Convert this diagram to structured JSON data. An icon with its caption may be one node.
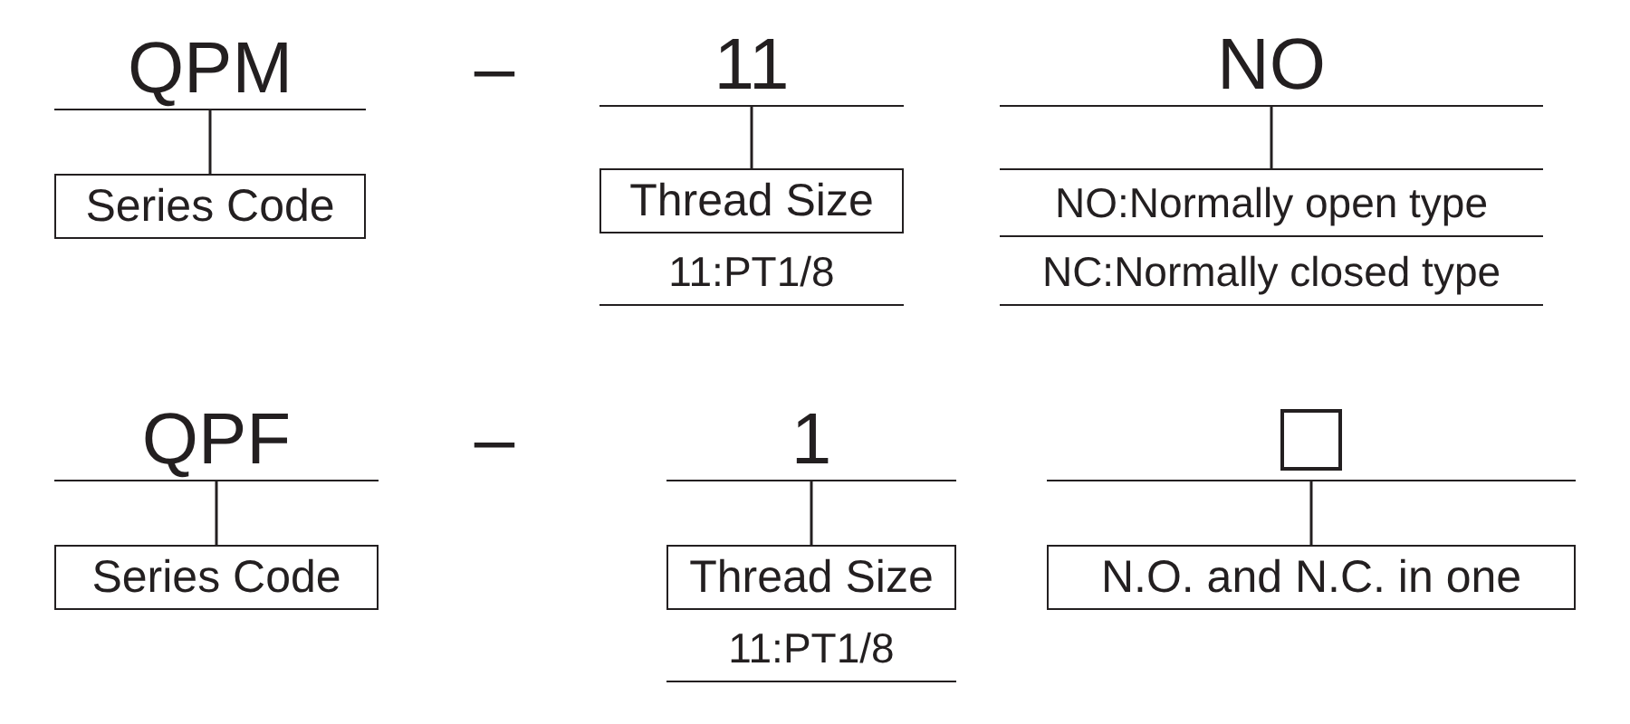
{
  "diagram": {
    "nodes": [
      {
        "text": [
          "QPM"
        ]
      },
      {
        "text": [
          "Series Code"
        ]
      },
      {
        "text": [
          "11"
        ]
      },
      {
        "text": [
          "Thread Size"
        ],
        "beside": [
          "11:PT1/8"
        ]
      },
      {
        "text": [
          "NO"
        ]
      },
      {
        "text": [
          "NO:Normally open type"
        ]
      },
      {
        "text": [
          "QPF"
        ]
      },
      {
        "text": [
          "Series Code"
        ]
      },
      {
        "text": [
          "1"
        ]
      },
      {
        "text": [
          "Thread Size"
        ],
        "beside": [
          "11:PT1/8"
        ]
      },
      {
        "text": [],
        "shape": "box"
      },
      {
        "text": [
          "N.O. and N.C. in one"
        ]
      }
    ],
    "edges": [
      {
        "from": 0,
        "to": 1,
        "arrow": "none"
      },
      {
        "from": 2,
        "to": 3,
        "arrow": "none"
      },
      {
        "from": 4,
        "to": 5,
        "arrow": "none"
      },
      {
        "from": 6,
        "to": 7,
        "arrow": "none"
      },
      {
        "from": 8,
        "to": 9,
        "arrow": "none"
      },
      {
        "from": 10,
        "to": 11,
        "arrow": "none"
      }
    ],
    "labels": [
      "–",
      "NC:Normally closed type",
      "–"
    ]
  }
}
